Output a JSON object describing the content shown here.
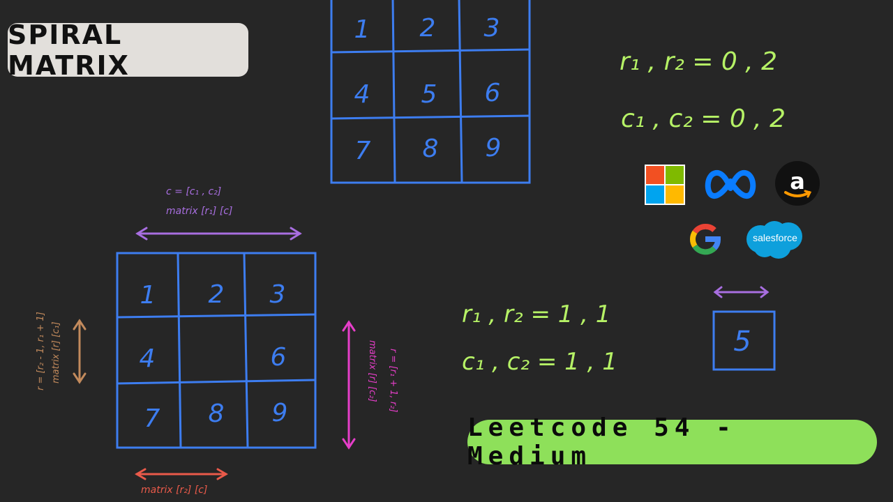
{
  "title": "SPIRAL MATRIX",
  "badge": "Leetcode 54 - Medium",
  "top_grid": {
    "cells": [
      "1",
      "2",
      "3",
      "4",
      "5",
      "6",
      "7",
      "8",
      "9"
    ]
  },
  "left_grid": {
    "cells": [
      "1",
      "2",
      "3",
      "4",
      "",
      "6",
      "7",
      "8",
      "9"
    ]
  },
  "small_grid": {
    "cells": [
      "5"
    ]
  },
  "notes": {
    "top_r": "r₁ , r₂ = 0 , 2",
    "top_c": "c₁ , c₂ = 0 , 2",
    "mid_r": "r₁ , r₂ = 1 , 1",
    "mid_c": "c₁ , c₂ = 1 , 1",
    "purple_1": "c = [c₁ , c₂]",
    "purple_2": "matrix [r₁] [c]",
    "brown_1": "r = [r₂ - 1, r₁ + 1]",
    "brown_2": "matrix [r] [c₁]",
    "pink_1": "r = [r₁ + 1, r₂]",
    "pink_2": "matrix [r] [c₂]",
    "red_1": "matrix [r₂] [c]"
  },
  "logos": {
    "microsoft": "microsoft-icon",
    "meta": "meta-icon",
    "amazon": "amazon-icon",
    "google": "google-icon",
    "salesforce_text": "salesforce"
  },
  "colors": {
    "background": "#262626",
    "grid_blue": "#3d7df0",
    "note_green": "#b6f266",
    "purple": "#a86ee0",
    "pink": "#e63ec9",
    "brown": "#c28a5c",
    "red": "#ea5a4a",
    "badge_green": "#8ee05a"
  }
}
